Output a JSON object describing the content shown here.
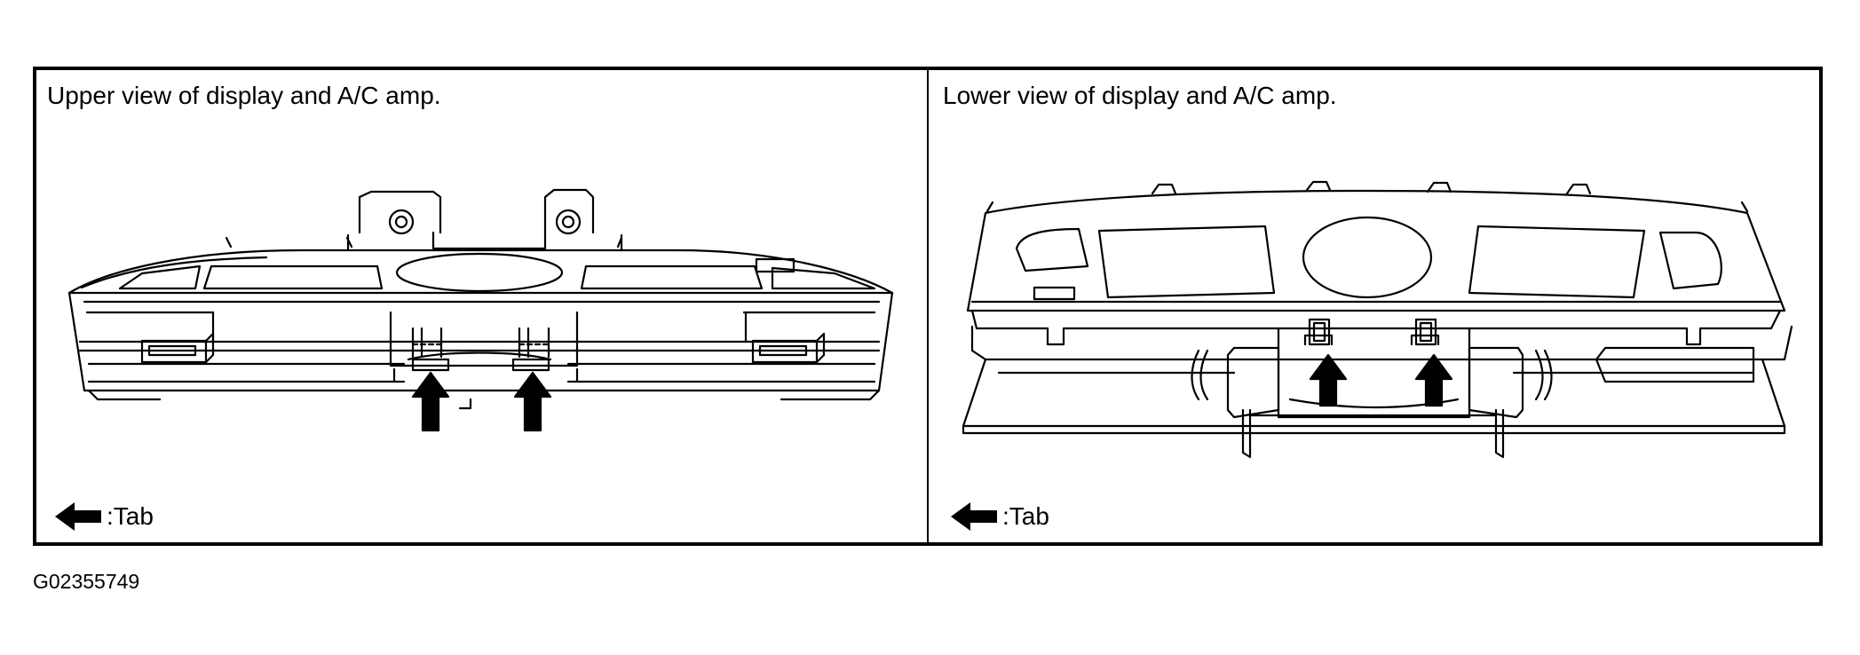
{
  "panels": [
    {
      "caption": "Upper view of display and A/C amp.",
      "legend_label": ":Tab",
      "legend_icon": "left-arrow-icon"
    },
    {
      "caption": "Lower view of display and A/C amp.",
      "legend_label": ":Tab",
      "legend_icon": "left-arrow-icon"
    }
  ],
  "figure_id": "G02355749",
  "colors": {
    "line": "#000000",
    "background": "#ffffff"
  }
}
